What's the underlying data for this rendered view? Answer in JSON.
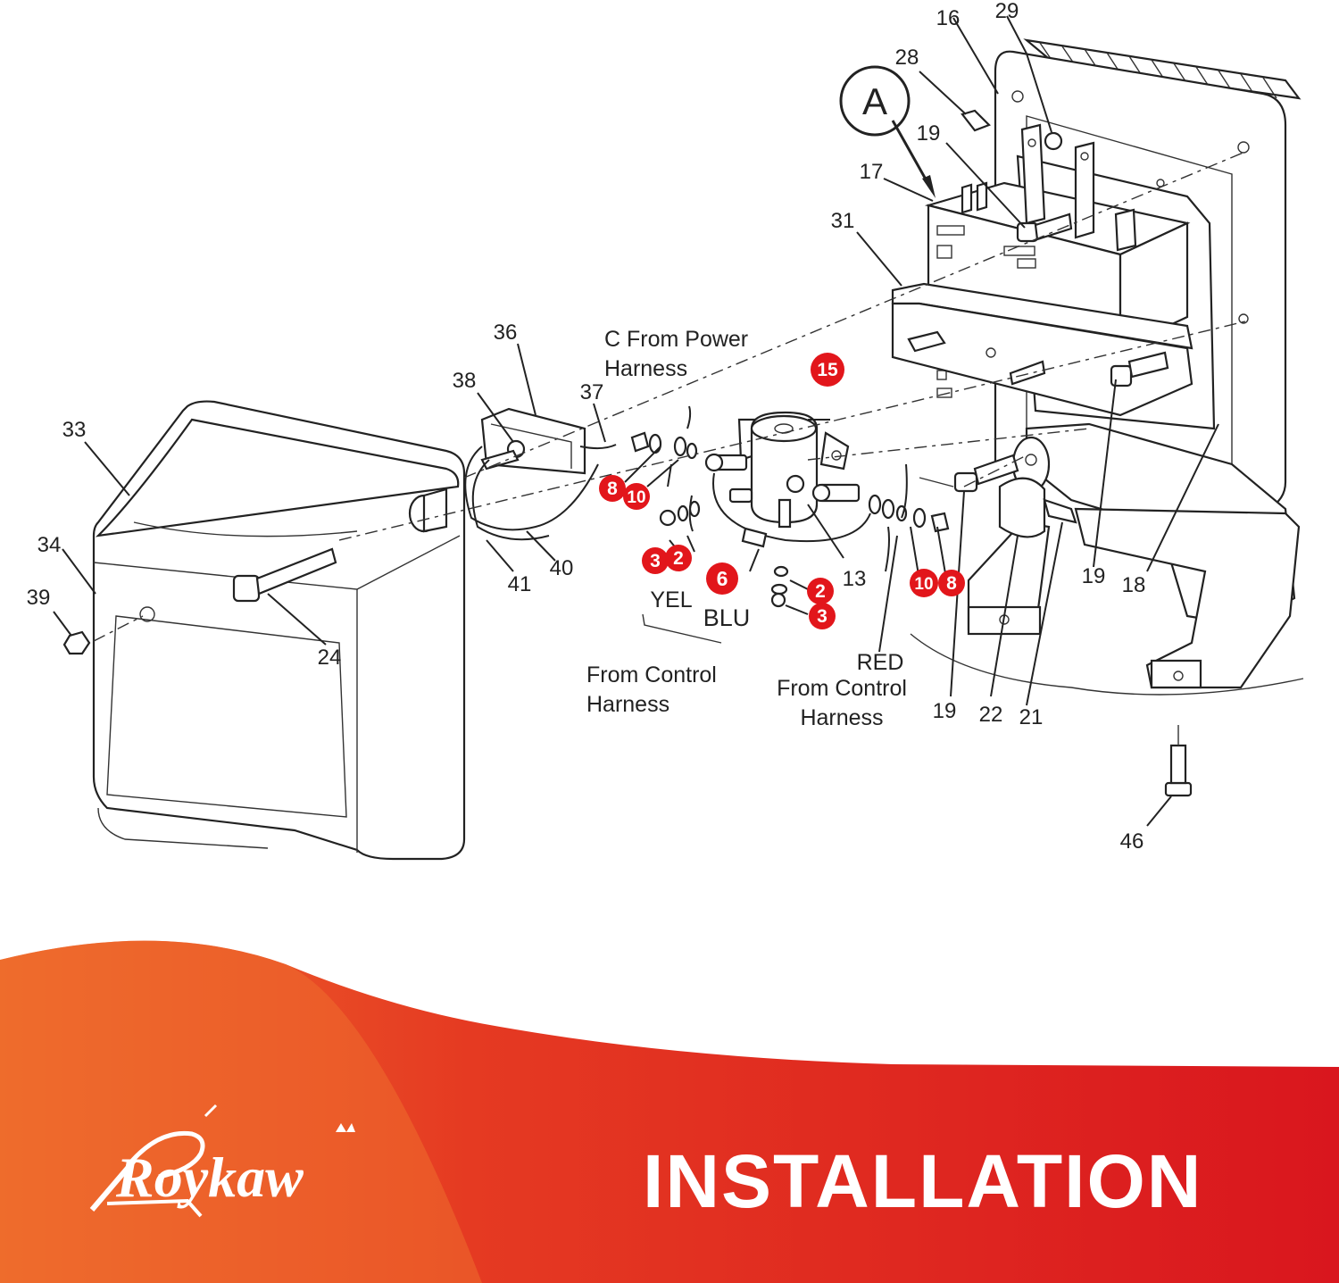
{
  "part_labels": {
    "p16": "16",
    "p29": "29",
    "p28": "28",
    "p19a": "19",
    "p17": "17",
    "p31": "31",
    "p36": "36",
    "p38": "38",
    "p37": "37",
    "p33": "33",
    "p34": "34",
    "p39": "39",
    "p24": "24",
    "p41": "41",
    "p40": "40",
    "p13": "13",
    "p19b": "19",
    "p18": "18",
    "p19c": "19",
    "p22": "22",
    "p21": "21",
    "p46": "46"
  },
  "callout_letter": "A",
  "wire_labels": {
    "from_power_1": "C From Power",
    "from_power_2": "Harness",
    "yel": "YEL",
    "blu": "BLU",
    "control_left_1": "From Control",
    "control_left_2": "Harness",
    "red": "RED",
    "control_right_1": "From Control",
    "control_right_2": "Harness"
  },
  "highlight_callouts": {
    "c15": "15",
    "c8a": "8",
    "c10a": "10",
    "c3a": "3",
    "c2a": "2",
    "c6": "6",
    "c2b": "2",
    "c3b": "3",
    "c10b": "10",
    "c8b": "8"
  },
  "brand": "Roykaw",
  "banner_title": "INSTALLATION",
  "colors": {
    "callout_red": "#e2161b",
    "banner_orange": "#ee6a2c",
    "banner_red": "#d9161e",
    "line": "#222222"
  }
}
